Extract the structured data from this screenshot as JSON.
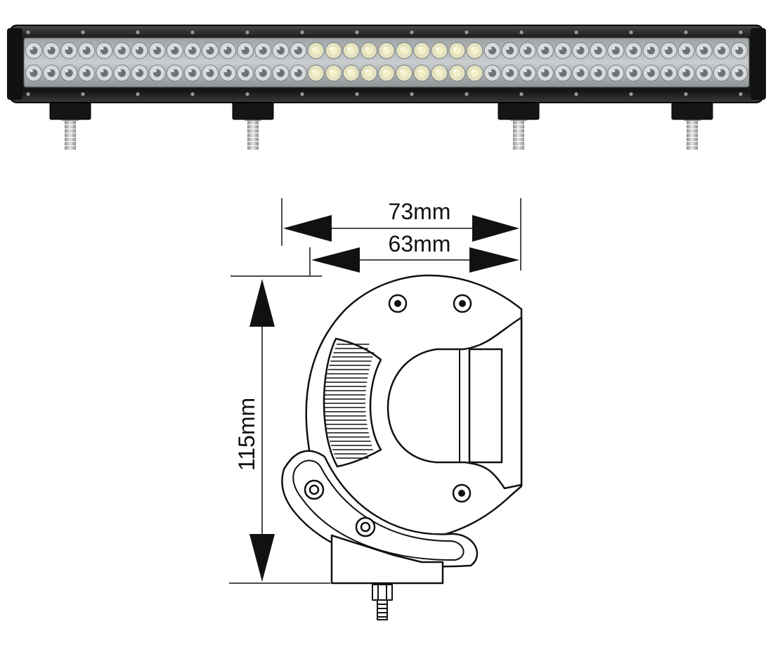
{
  "dimensions": {
    "outer_width": "73mm",
    "inner_width": "63mm",
    "height": "115mm"
  },
  "light_bar": {
    "led_rows": 2,
    "led_columns": 41,
    "mount_brackets": 4
  },
  "colors": {
    "housing": "#1a1a1a",
    "housing_edge": "#3a3a3a",
    "lens": "#b8bcbf",
    "led_lit": "#e4e2c0",
    "led_dark": "#6d7276",
    "bolt": "#c7c7c7",
    "line": "#111111"
  }
}
